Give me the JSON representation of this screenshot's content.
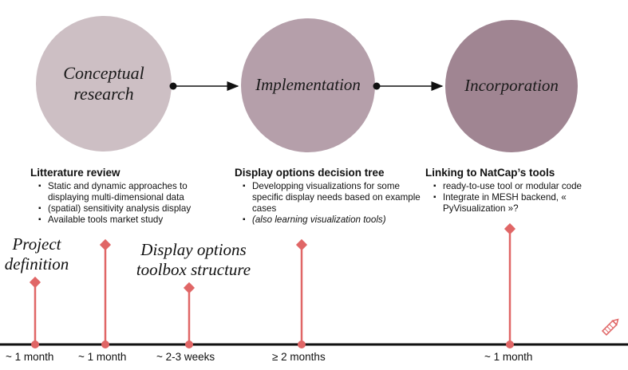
{
  "stages": [
    {
      "label": "Conceptual\nresearch"
    },
    {
      "label": "Implementation"
    },
    {
      "label": "Incorporation"
    }
  ],
  "blocks": [
    {
      "title": "Litterature review",
      "items": [
        "Static and dynamic approaches to displaying multi-dimensional data",
        "(spatial) sensitivity analysis display",
        "Available tools market study"
      ]
    },
    {
      "title": "Display options decision tree",
      "items": [
        "Developping visualizations for some specific display needs based on example cases",
        "(also learning visualization tools)"
      ]
    },
    {
      "title": "Linking to NatCap’s tools",
      "items": [
        "ready-to-use tool or modular code",
        "Integrate in MESH backend, « PyVisualization »?"
      ]
    }
  ],
  "milestones": [
    {
      "label": "Project\ndefinition"
    },
    {
      "label": "Display options\ntoolbox structure"
    }
  ],
  "timeline": {
    "labels": [
      "~ 1 month",
      "~ 1 month",
      "~ 2-3 weeks",
      "≥ 2 months",
      "~ 1 month"
    ]
  },
  "colors": {
    "marker": "#e06666",
    "axis": "#111111",
    "circle1": "#cdbfc4",
    "circle2": "#b59faa",
    "circle3": "#a08592"
  },
  "icons": [
    "pencil-icon"
  ]
}
